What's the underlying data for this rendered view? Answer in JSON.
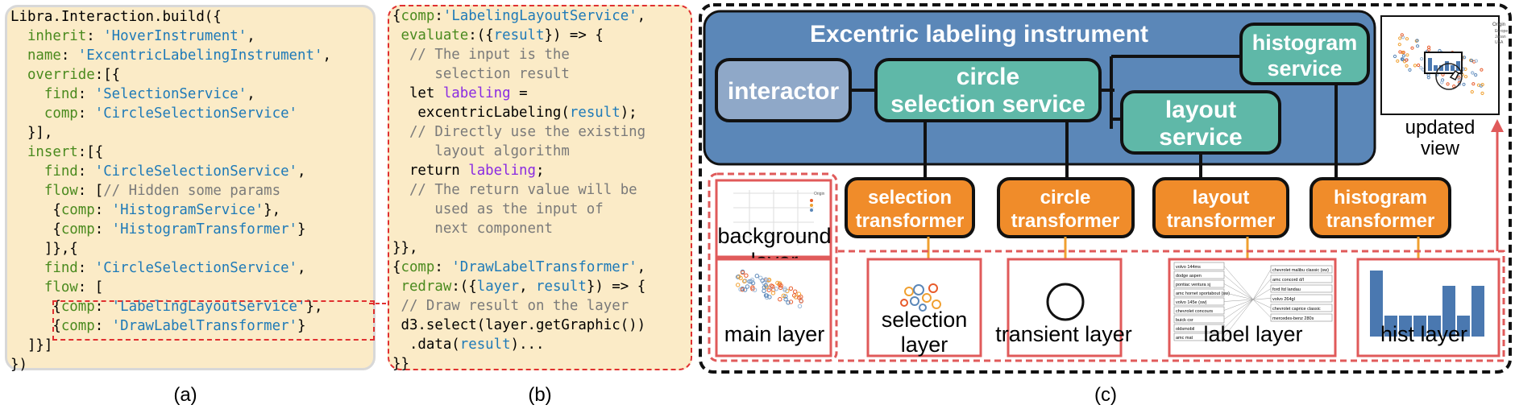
{
  "captions": {
    "a": "(a)",
    "b": "(b)",
    "c": "(c)"
  },
  "code_a": [
    [
      [
        "k",
        "Libra.Interaction.build({"
      ]
    ],
    [
      [
        "k",
        "  "
      ],
      [
        "p",
        "inherit"
      ],
      [
        "k",
        ": "
      ],
      [
        "s",
        "'HoverInstrument'"
      ],
      [
        "k",
        ","
      ]
    ],
    [
      [
        "k",
        "  "
      ],
      [
        "p",
        "name"
      ],
      [
        "k",
        ": "
      ],
      [
        "s",
        "'ExcentricLabelingInstrument'"
      ],
      [
        "k",
        ","
      ]
    ],
    [
      [
        "k",
        "  "
      ],
      [
        "p",
        "override"
      ],
      [
        "k",
        ":[{"
      ]
    ],
    [
      [
        "k",
        "    "
      ],
      [
        "p",
        "find"
      ],
      [
        "k",
        ": "
      ],
      [
        "s",
        "'SelectionService'"
      ],
      [
        "k",
        ","
      ]
    ],
    [
      [
        "k",
        "    "
      ],
      [
        "p",
        "comp"
      ],
      [
        "k",
        ": "
      ],
      [
        "s",
        "'CircleSelectionService'"
      ]
    ],
    [
      [
        "k",
        "  }],"
      ]
    ],
    [
      [
        "k",
        "  "
      ],
      [
        "p",
        "insert"
      ],
      [
        "k",
        ":[{"
      ]
    ],
    [
      [
        "k",
        "    "
      ],
      [
        "p",
        "find"
      ],
      [
        "k",
        ": "
      ],
      [
        "s",
        "'CircleSelectionService'"
      ],
      [
        "k",
        ","
      ]
    ],
    [
      [
        "k",
        "    "
      ],
      [
        "p",
        "flow"
      ],
      [
        "k",
        ": ["
      ],
      [
        "c",
        "// Hidden some params"
      ]
    ],
    [
      [
        "k",
        "     {"
      ],
      [
        "p",
        "comp"
      ],
      [
        "k",
        ": "
      ],
      [
        "s",
        "'HistogramService'"
      ],
      [
        "k",
        "},"
      ]
    ],
    [
      [
        "k",
        "     {"
      ],
      [
        "p",
        "comp"
      ],
      [
        "k",
        ": "
      ],
      [
        "s",
        "'HistogramTransformer'"
      ],
      [
        "k",
        "}"
      ]
    ],
    [
      [
        "k",
        "    ]},{"
      ]
    ],
    [
      [
        "k",
        "    "
      ],
      [
        "p",
        "find"
      ],
      [
        "k",
        ": "
      ],
      [
        "s",
        "'CircleSelectionService'"
      ],
      [
        "k",
        ","
      ]
    ],
    [
      [
        "k",
        "    "
      ],
      [
        "p",
        "flow"
      ],
      [
        "k",
        ": ["
      ]
    ],
    [
      [
        "k",
        "     {"
      ],
      [
        "p",
        "comp"
      ],
      [
        "k",
        ": "
      ],
      [
        "s",
        "'LabelingLayoutService'"
      ],
      [
        "k",
        "},"
      ]
    ],
    [
      [
        "k",
        "     {"
      ],
      [
        "p",
        "comp"
      ],
      [
        "k",
        ": "
      ],
      [
        "s",
        "'DrawLabelTransformer'"
      ],
      [
        "k",
        "}"
      ]
    ],
    [
      [
        "k",
        "  ]}]"
      ]
    ],
    [
      [
        "k",
        "})"
      ]
    ]
  ],
  "code_b": [
    [
      [
        "k",
        "{"
      ],
      [
        "p",
        "comp"
      ],
      [
        "k",
        ":"
      ],
      [
        "s",
        "'LabelingLayoutService'"
      ],
      [
        "k",
        ","
      ]
    ],
    [
      [
        "k",
        " "
      ],
      [
        "p",
        "evaluate"
      ],
      [
        "k",
        ":({"
      ],
      [
        "s",
        "result"
      ],
      [
        "k",
        "}) => {"
      ]
    ],
    [
      [
        "c",
        "  // The input is the"
      ]
    ],
    [
      [
        "c",
        "     selection result"
      ]
    ],
    [
      [
        "k",
        "  let "
      ],
      [
        "v",
        "labeling"
      ],
      [
        "k",
        " ="
      ]
    ],
    [
      [
        "k",
        "   excentricLabeling("
      ],
      [
        "s",
        "result"
      ],
      [
        "k",
        ");"
      ]
    ],
    [
      [
        "c",
        "  // Directly use the existing"
      ]
    ],
    [
      [
        "c",
        "     layout algorithm"
      ]
    ],
    [
      [
        "k",
        "  return "
      ],
      [
        "v",
        "labeling"
      ],
      [
        "k",
        ";"
      ]
    ],
    [
      [
        "c",
        "  // The return value will be"
      ]
    ],
    [
      [
        "c",
        "     used as the input of"
      ]
    ],
    [
      [
        "c",
        "     next component"
      ]
    ],
    [
      [
        "k",
        "}},"
      ]
    ],
    [
      [
        "k",
        "{"
      ],
      [
        "p",
        "comp"
      ],
      [
        "k",
        ": "
      ],
      [
        "s",
        "'DrawLabelTransformer'"
      ],
      [
        "k",
        ","
      ]
    ],
    [
      [
        "k",
        " "
      ],
      [
        "p",
        "redraw"
      ],
      [
        "k",
        ":({"
      ],
      [
        "s",
        "layer"
      ],
      [
        "k",
        ", "
      ],
      [
        "s",
        "result"
      ],
      [
        "k",
        "}) => {"
      ]
    ],
    [
      [
        "c",
        " // Draw result on the layer"
      ]
    ],
    [
      [
        "k",
        " d3.select(layer.getGraphic())"
      ]
    ],
    [
      [
        "k",
        "  .data("
      ],
      [
        "s",
        "result"
      ],
      [
        "k",
        ")..."
      ]
    ],
    [
      [
        "k",
        "}}"
      ]
    ]
  ],
  "instrument": {
    "title": "Excentric labeling instrument",
    "interactor": "interactor",
    "circle_service": [
      "circle",
      "selection service"
    ],
    "layout_service": [
      "layout",
      "service"
    ],
    "histogram_service": [
      "histogram",
      "service"
    ]
  },
  "transformers": [
    [
      "selection",
      "transformer"
    ],
    [
      "circle",
      "transformer"
    ],
    [
      "layout",
      "transformer"
    ],
    [
      "histogram",
      "transformer"
    ]
  ],
  "layers": {
    "background": [
      "background",
      "layer"
    ],
    "main": "main layer",
    "selection": [
      "selection",
      "layer"
    ],
    "transient": "transient layer",
    "label": "label layer",
    "hist": "hist layer"
  },
  "updated_view": [
    "updated",
    "view"
  ],
  "thumb_label_texts": [
    "volvo 144ms",
    "dodge aspen",
    "pontiac ventura sj",
    "amc hornet sportabout (sw)",
    "volvo 145e (sw)",
    "chevrolet concours",
    "buick csr",
    "oldsmobil",
    "amc mat",
    "chevrolet malibu classic (sw)",
    "amc concord d/l",
    "ford ltd landau",
    "volvo 264gl",
    "chevrolet caprice classic",
    "mercedes-benz 280s"
  ],
  "thumb_legend": {
    "title": "Origin",
    "items": [
      "Europe",
      "Japan",
      "USA"
    ]
  },
  "colors": {
    "instrument_bg": "#5b87b8",
    "service_fill": "#5fb8a8",
    "interactor_fill": "#8fa8c8",
    "transformer_fill": "#f08c2a",
    "layer_border": "#e05a5a",
    "accent_red": "#e03030"
  }
}
